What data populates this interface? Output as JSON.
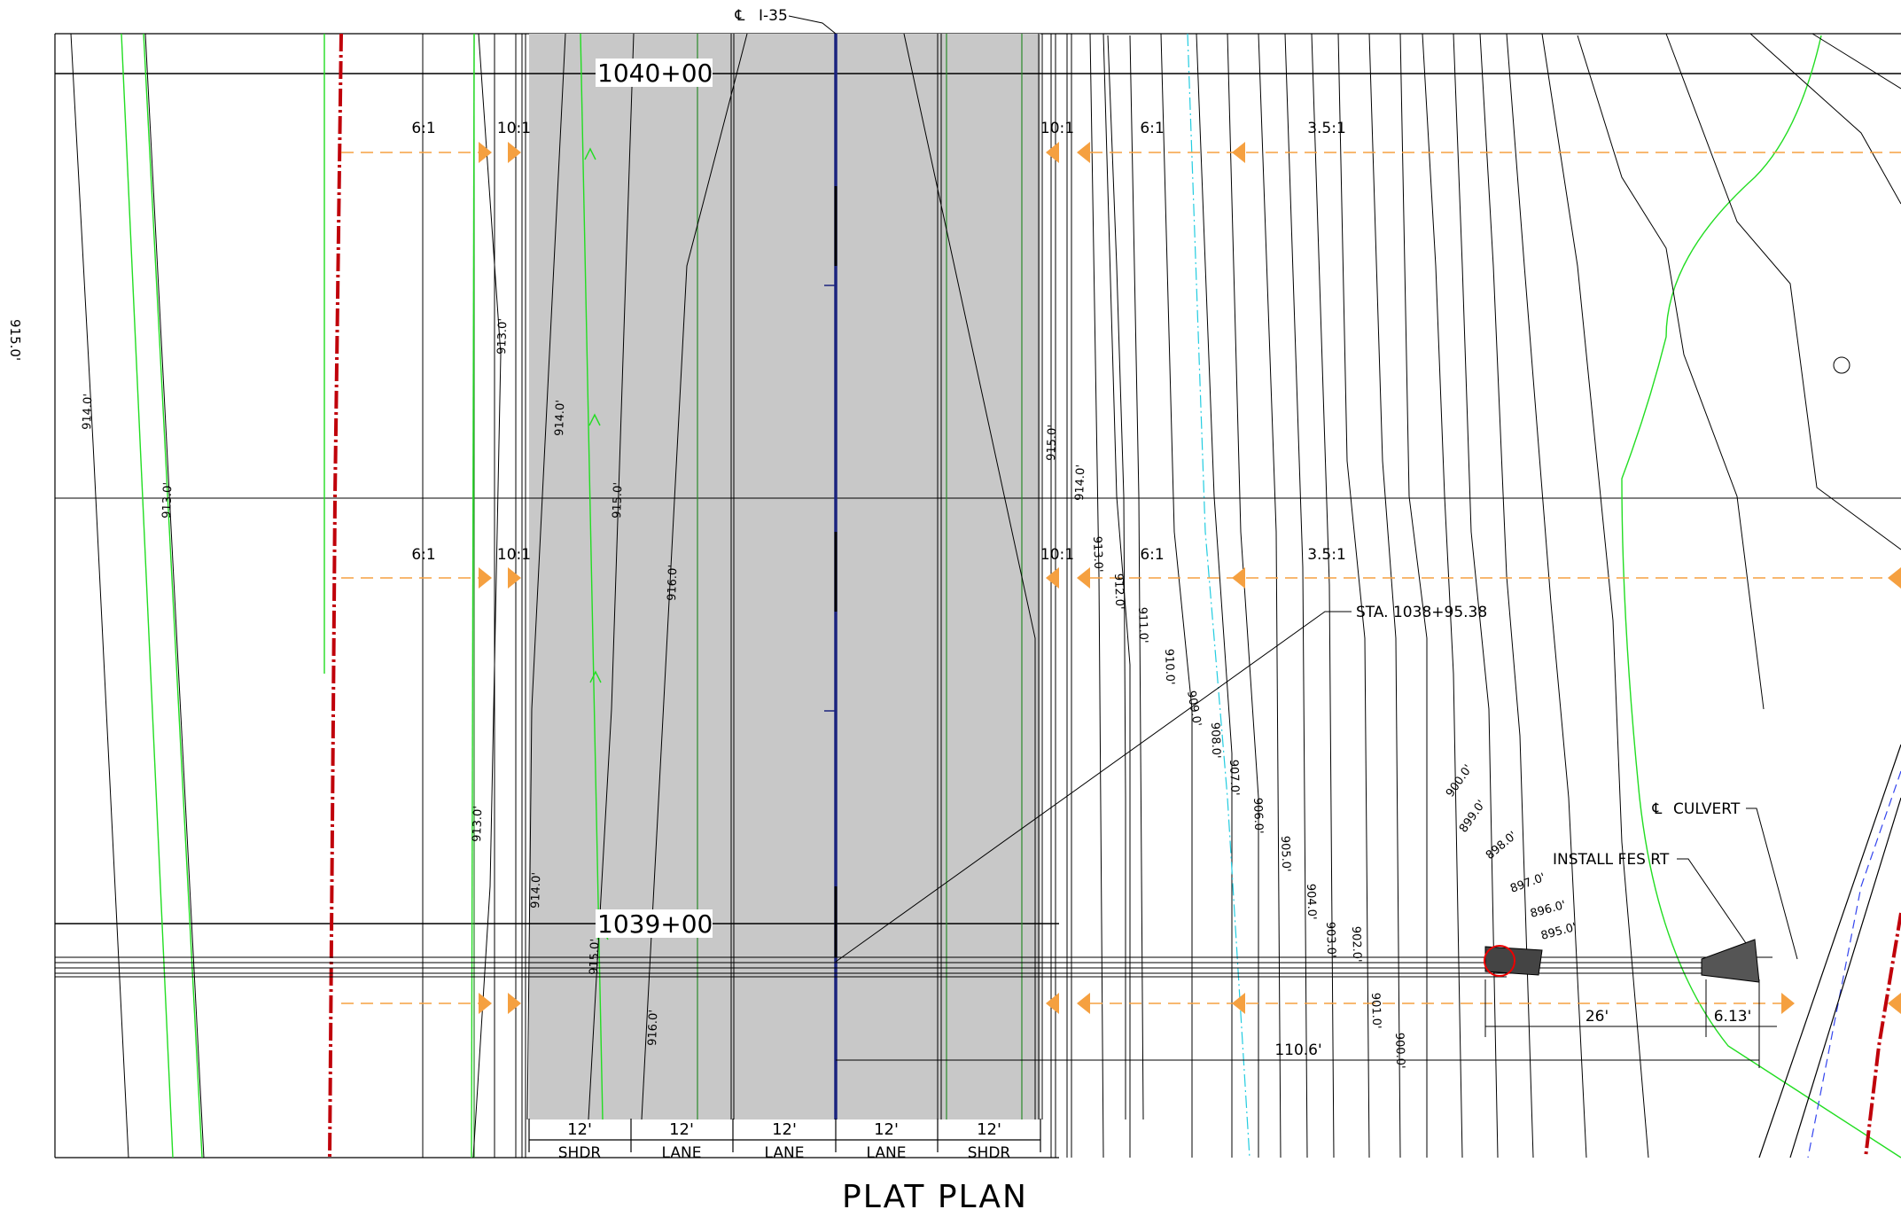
{
  "drawing": {
    "title": "PLAT PLAN",
    "centerline_label": "I-35",
    "stations": {
      "upper": "1040+00",
      "lower": "1039+00"
    },
    "station_callout": "STA. 1038+95.38",
    "culvert_label": "CULVERT",
    "fes_label": "INSTALL FES RT",
    "side_label": "915.0'"
  },
  "slopes": {
    "left_outer": "6:1",
    "left_inner": "10:1",
    "right_inner": "10:1",
    "right_mid": "6:1",
    "right_outer": "3.5:1"
  },
  "sections": [
    {
      "width": "12'",
      "name": "SHDR"
    },
    {
      "width": "12'",
      "name": "LANE"
    },
    {
      "width": "12'",
      "name": "LANE"
    },
    {
      "width": "12'",
      "name": "LANE"
    },
    {
      "width": "12'",
      "name": "SHDR"
    }
  ],
  "dimensions": {
    "d26": "26'",
    "d613": "6.13'",
    "d1106": "110.6'"
  },
  "contours": {
    "c914a": "914.0'",
    "c913a": "913.0'",
    "c913b": "913.0'",
    "c914b": "914.0'",
    "c915a": "915.0'",
    "c916a": "916.0'",
    "c913c": "913.0'",
    "c914c": "914.0'",
    "c915b": "915.0'",
    "c916b": "916.0'",
    "c915c": "915.0'",
    "c914d": "914.0'",
    "c913d": "913.0'",
    "c912": "912.0'",
    "c911": "911.0'",
    "c910": "910.0'",
    "c909": "909.0'",
    "c908": "908.0'",
    "c907": "907.0'",
    "c906": "906.0'",
    "c905": "905.0'",
    "c904": "904.0'",
    "c903": "903.0'",
    "c902": "902.0'",
    "c901": "901.0'",
    "c900": "900.0'",
    "c899": "899.0'",
    "c898": "898.0'",
    "c897": "897.0'",
    "c896": "896.0'",
    "c895": "895.0'",
    "c900b": "900.0'"
  },
  "colors": {
    "pavement": "#c8c8c8",
    "row": "#c0000a",
    "slope_marker": "#f5a040",
    "centerline": "#1a237e",
    "ditch": "#22dd22"
  }
}
